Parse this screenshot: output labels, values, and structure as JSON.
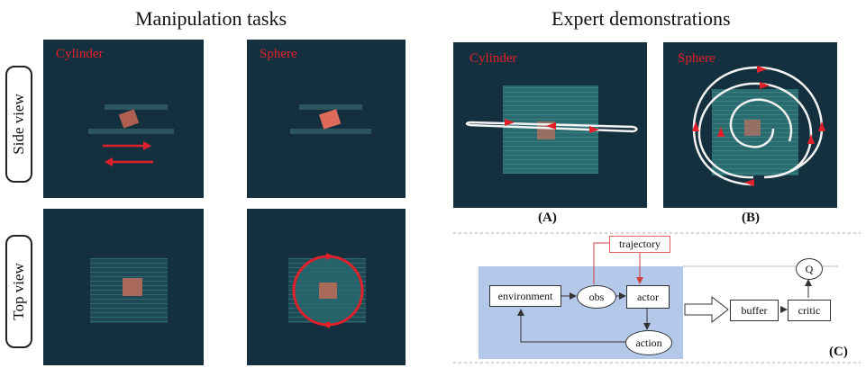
{
  "headings": {
    "left": "Manipulation tasks",
    "right": "Expert demonstrations"
  },
  "view_labels": {
    "side": "Side view",
    "top": "Top view"
  },
  "panels": {
    "side_cylinder": "Cylinder",
    "side_sphere": "Sphere",
    "expert_cylinder": "Cylinder",
    "expert_sphere": "Sphere"
  },
  "captions": {
    "a": "(A)",
    "b": "(B)",
    "c": "(C)"
  },
  "flow": {
    "trajectory": "trajectory",
    "environment": "environment",
    "obs": "obs",
    "actor": "actor",
    "action": "action",
    "buffer": "buffer",
    "critic": "critic",
    "q": "Q"
  },
  "colors": {
    "panel_bg": "#14303f",
    "label_red": "#e0202a",
    "region_blue": "#b4c8ea"
  }
}
